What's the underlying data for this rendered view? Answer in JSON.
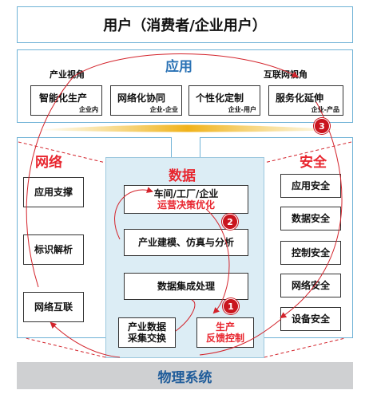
{
  "header": {
    "title": "用户（消费者/企业用户）"
  },
  "application": {
    "title": "应用",
    "left_label": "产业视角",
    "right_label": "互联网视角",
    "items": [
      {
        "label": "智能化生产",
        "sub": "企业内"
      },
      {
        "label": "网络化协同",
        "sub": "企业-企业"
      },
      {
        "label": "个性化定制",
        "sub": "企业-用户"
      },
      {
        "label": "服务化延伸",
        "sub": "企业-产品"
      }
    ]
  },
  "network": {
    "title": "网络",
    "items": [
      "应用支撑",
      "标识解析",
      "网络互联"
    ]
  },
  "data": {
    "title": "数据",
    "decision": {
      "line1": "车间/工厂/企业",
      "line2": "运营决策优化"
    },
    "modeling": "产业建模、仿真与分析",
    "integration": "数据集成处理",
    "collection": {
      "line1": "产业数据",
      "line2": "采集交换"
    },
    "control": {
      "line1": "生产",
      "line2": "反馈控制"
    }
  },
  "security": {
    "title": "安全",
    "items": [
      "应用安全",
      "数据安全",
      "控制安全",
      "网络安全",
      "设备安全"
    ]
  },
  "footer": {
    "title": "物理系统"
  },
  "badges": [
    "1",
    "2",
    "3"
  ],
  "colors": {
    "accent_red": "#e8262f",
    "accent_blue": "#2a72b5",
    "panel_border": "#6fb2d6",
    "data_bg": "#dcedf5",
    "footer_bg": "#cfd0d2",
    "badge": "#c9151e"
  }
}
